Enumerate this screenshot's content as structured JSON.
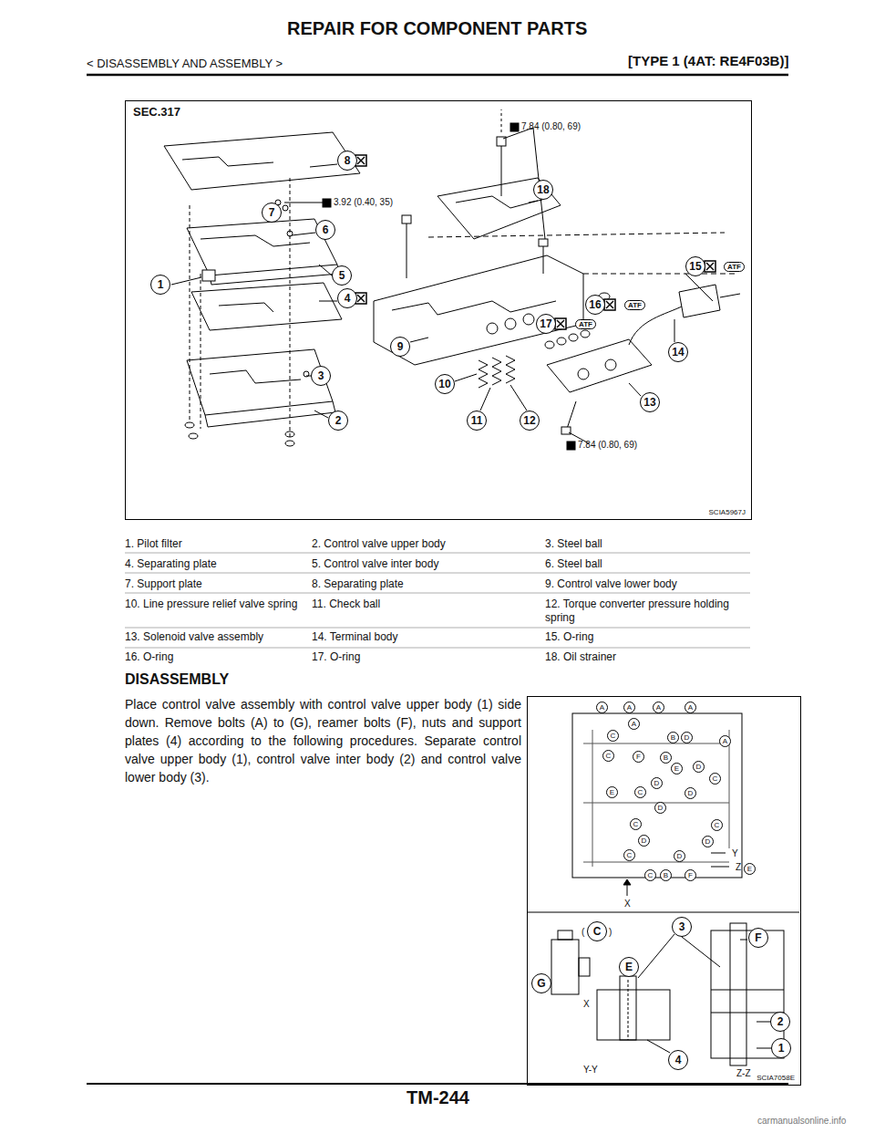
{
  "diagram": {
    "nodes": [
      {
        "text": [
          "SEC.317",
          "SCIA5967J"
        ]
      },
      {
        "text": [
          "SCIA7058E"
        ]
      }
    ],
    "labels": [
      "REPAIR FOR COMPONENT PARTS",
      "< DISASSEMBLY AND ASSEMBLY >",
      "[TYPE 1 (4AT: RE4F03B)]",
      "7.84 (0.80, 69)",
      "3.92 (0.40, 35)",
      "7.84 (0.80, 69)",
      "8",
      "7",
      "6",
      "5",
      "1",
      "4",
      "3",
      "2",
      "9",
      "10",
      "11",
      "12",
      "13",
      "14",
      "15",
      "16",
      "17",
      "18",
      "ATF",
      "ATF",
      "ATF",
      "1. Pilot filter",
      "2. Control valve upper body",
      "3. Steel ball",
      "4. Separating plate",
      "5. Control valve inter body",
      "6. Steel ball",
      "7. Support plate",
      "8. Separating plate",
      "9. Control valve lower body",
      "10. Line pressure relief valve spring",
      "11. Check ball",
      "12. Torque converter pressure holding spring",
      "13. Solenoid valve assembly",
      "14. Terminal body",
      "15. O-ring",
      "16. O-ring",
      "17. O-ring",
      "18. Oil strainer",
      "DISASSEMBLY",
      "Place control valve assembly with control valve upper body (1) side down. Remove bolts (A) to (G), reamer bolts (F), nuts and support plates (4) according to the following procedures. Separate control valve upper body (1), control valve inter body (2) and control valve lower body (3).",
      "A",
      "A",
      "A",
      "A",
      "A",
      "C",
      "B",
      "D",
      "A",
      "C",
      "F",
      "B",
      "E",
      "D",
      "D",
      "E",
      "C",
      "D",
      "C",
      "D",
      "C",
      "C",
      "D",
      "D",
      "C",
      "D",
      "Y",
      "Z",
      "E",
      "C",
      "B",
      "F",
      "X",
      "(",
      "C",
      ")",
      "G",
      "X",
      "E",
      "3",
      "F",
      "2",
      "1",
      "4",
      "Y-Y",
      "Z-Z",
      "TM-244",
      "carmanualsonline.info"
    ]
  }
}
